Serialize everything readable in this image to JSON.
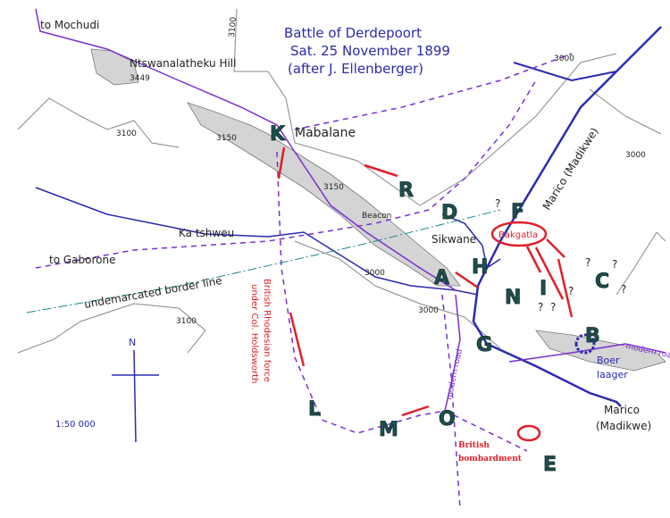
{
  "title": {
    "line1": "Battle of Derdepoort",
    "line2": "Sat. 25 November 1899",
    "line3": "(after J. Ellenberger)"
  },
  "places": {
    "to_mochudi": "to Mochudi",
    "hill": "Ntswanalatheku Hill",
    "hill_height": "3449",
    "mabalane": "Mabalane",
    "beacon": "Beacon",
    "river_west": "Ka tshweu",
    "to_gaborone": "to Gaborone",
    "border": "undemarcated border line",
    "sikwane": "Sikwane",
    "bakgatla": "Bakgatla",
    "marico_upper": "Marico (Madikwe)",
    "marico_lower_1": "Marico",
    "marico_lower_2": "(Madikwe)",
    "modern_road_east": "modern road",
    "modern_road_south": "modern road",
    "boer_laager_1": "Boer",
    "boer_laager_2": "laager",
    "bombardment_1": "British",
    "bombardment_2": "bombardment",
    "force_1": "British Rhodesian force",
    "force_2": "under Col. Holdsworth"
  },
  "contours": [
    "3100",
    "3100",
    "3150",
    "3150",
    "3000",
    "3000",
    "3100",
    "3000",
    "3000"
  ],
  "positions": [
    "K",
    "R",
    "D",
    "F",
    "H",
    "A",
    "I",
    "N",
    "C",
    "G",
    "B",
    "L",
    "M",
    "O",
    "E"
  ],
  "scale": "1:50 000",
  "north": "N",
  "question_mark": "?",
  "colors": {
    "river": "#2a2ab0",
    "road": "#7a2fd0",
    "attack": "#e0202a",
    "contour": "#888888",
    "hill_fill": "#c8c8c8",
    "letters": "#1f4f4f"
  }
}
